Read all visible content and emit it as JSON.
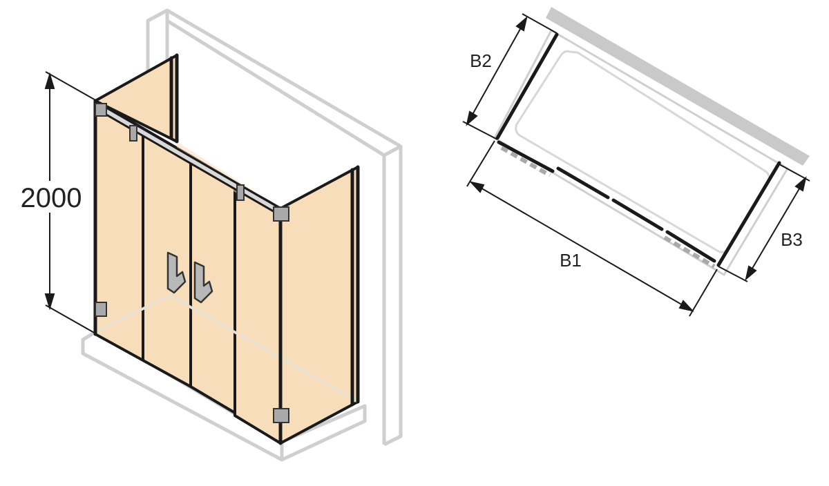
{
  "elevation": {
    "height_label": "2000"
  },
  "plan": {
    "width_label": "B1",
    "left_depth_label": "B2",
    "right_depth_label": "B3"
  },
  "colors": {
    "glass": "#F8DDBA",
    "frame": "#1a1a1a",
    "wall": "#cfcfcf",
    "wall_hatch": "#c4c4c4",
    "fitting": "#a9a9a9"
  }
}
